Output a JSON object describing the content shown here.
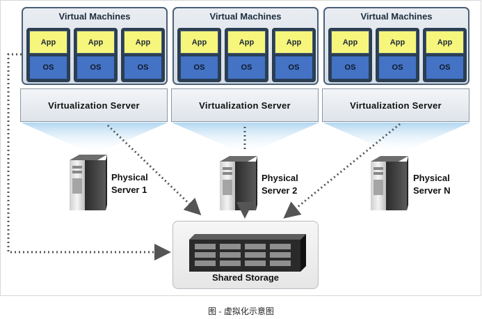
{
  "groups": [
    {
      "title": "Virtual Machines",
      "vms": [
        {
          "app": "App",
          "os": "OS"
        },
        {
          "app": "App",
          "os": "OS"
        },
        {
          "app": "App",
          "os": "OS"
        }
      ],
      "server_label": "Virtualization Server",
      "physical_line1": "Physical",
      "physical_line2": "Server 1"
    },
    {
      "title": "Virtual Machines",
      "vms": [
        {
          "app": "App",
          "os": "OS"
        },
        {
          "app": "App",
          "os": "OS"
        },
        {
          "app": "App",
          "os": "OS"
        }
      ],
      "server_label": "Virtualization Server",
      "physical_line1": "Physical",
      "physical_line2": "Server 2"
    },
    {
      "title": "Virtual Machines",
      "vms": [
        {
          "app": "App",
          "os": "OS"
        },
        {
          "app": "App",
          "os": "OS"
        },
        {
          "app": "App",
          "os": "OS"
        }
      ],
      "server_label": "Virtualization Server",
      "physical_line1": "Physical",
      "physical_line2": "Server N"
    }
  ],
  "storage": {
    "label": "Shared Storage"
  },
  "caption": "图 - 虚拟化示意图",
  "colors": {
    "app": "#f6f57c",
    "os": "#4472c4",
    "border": "#4a5f76",
    "arrow": "#555555",
    "beam": "#b9dcf2"
  },
  "icons": [
    "tower-server-icon",
    "storage-array-icon"
  ]
}
